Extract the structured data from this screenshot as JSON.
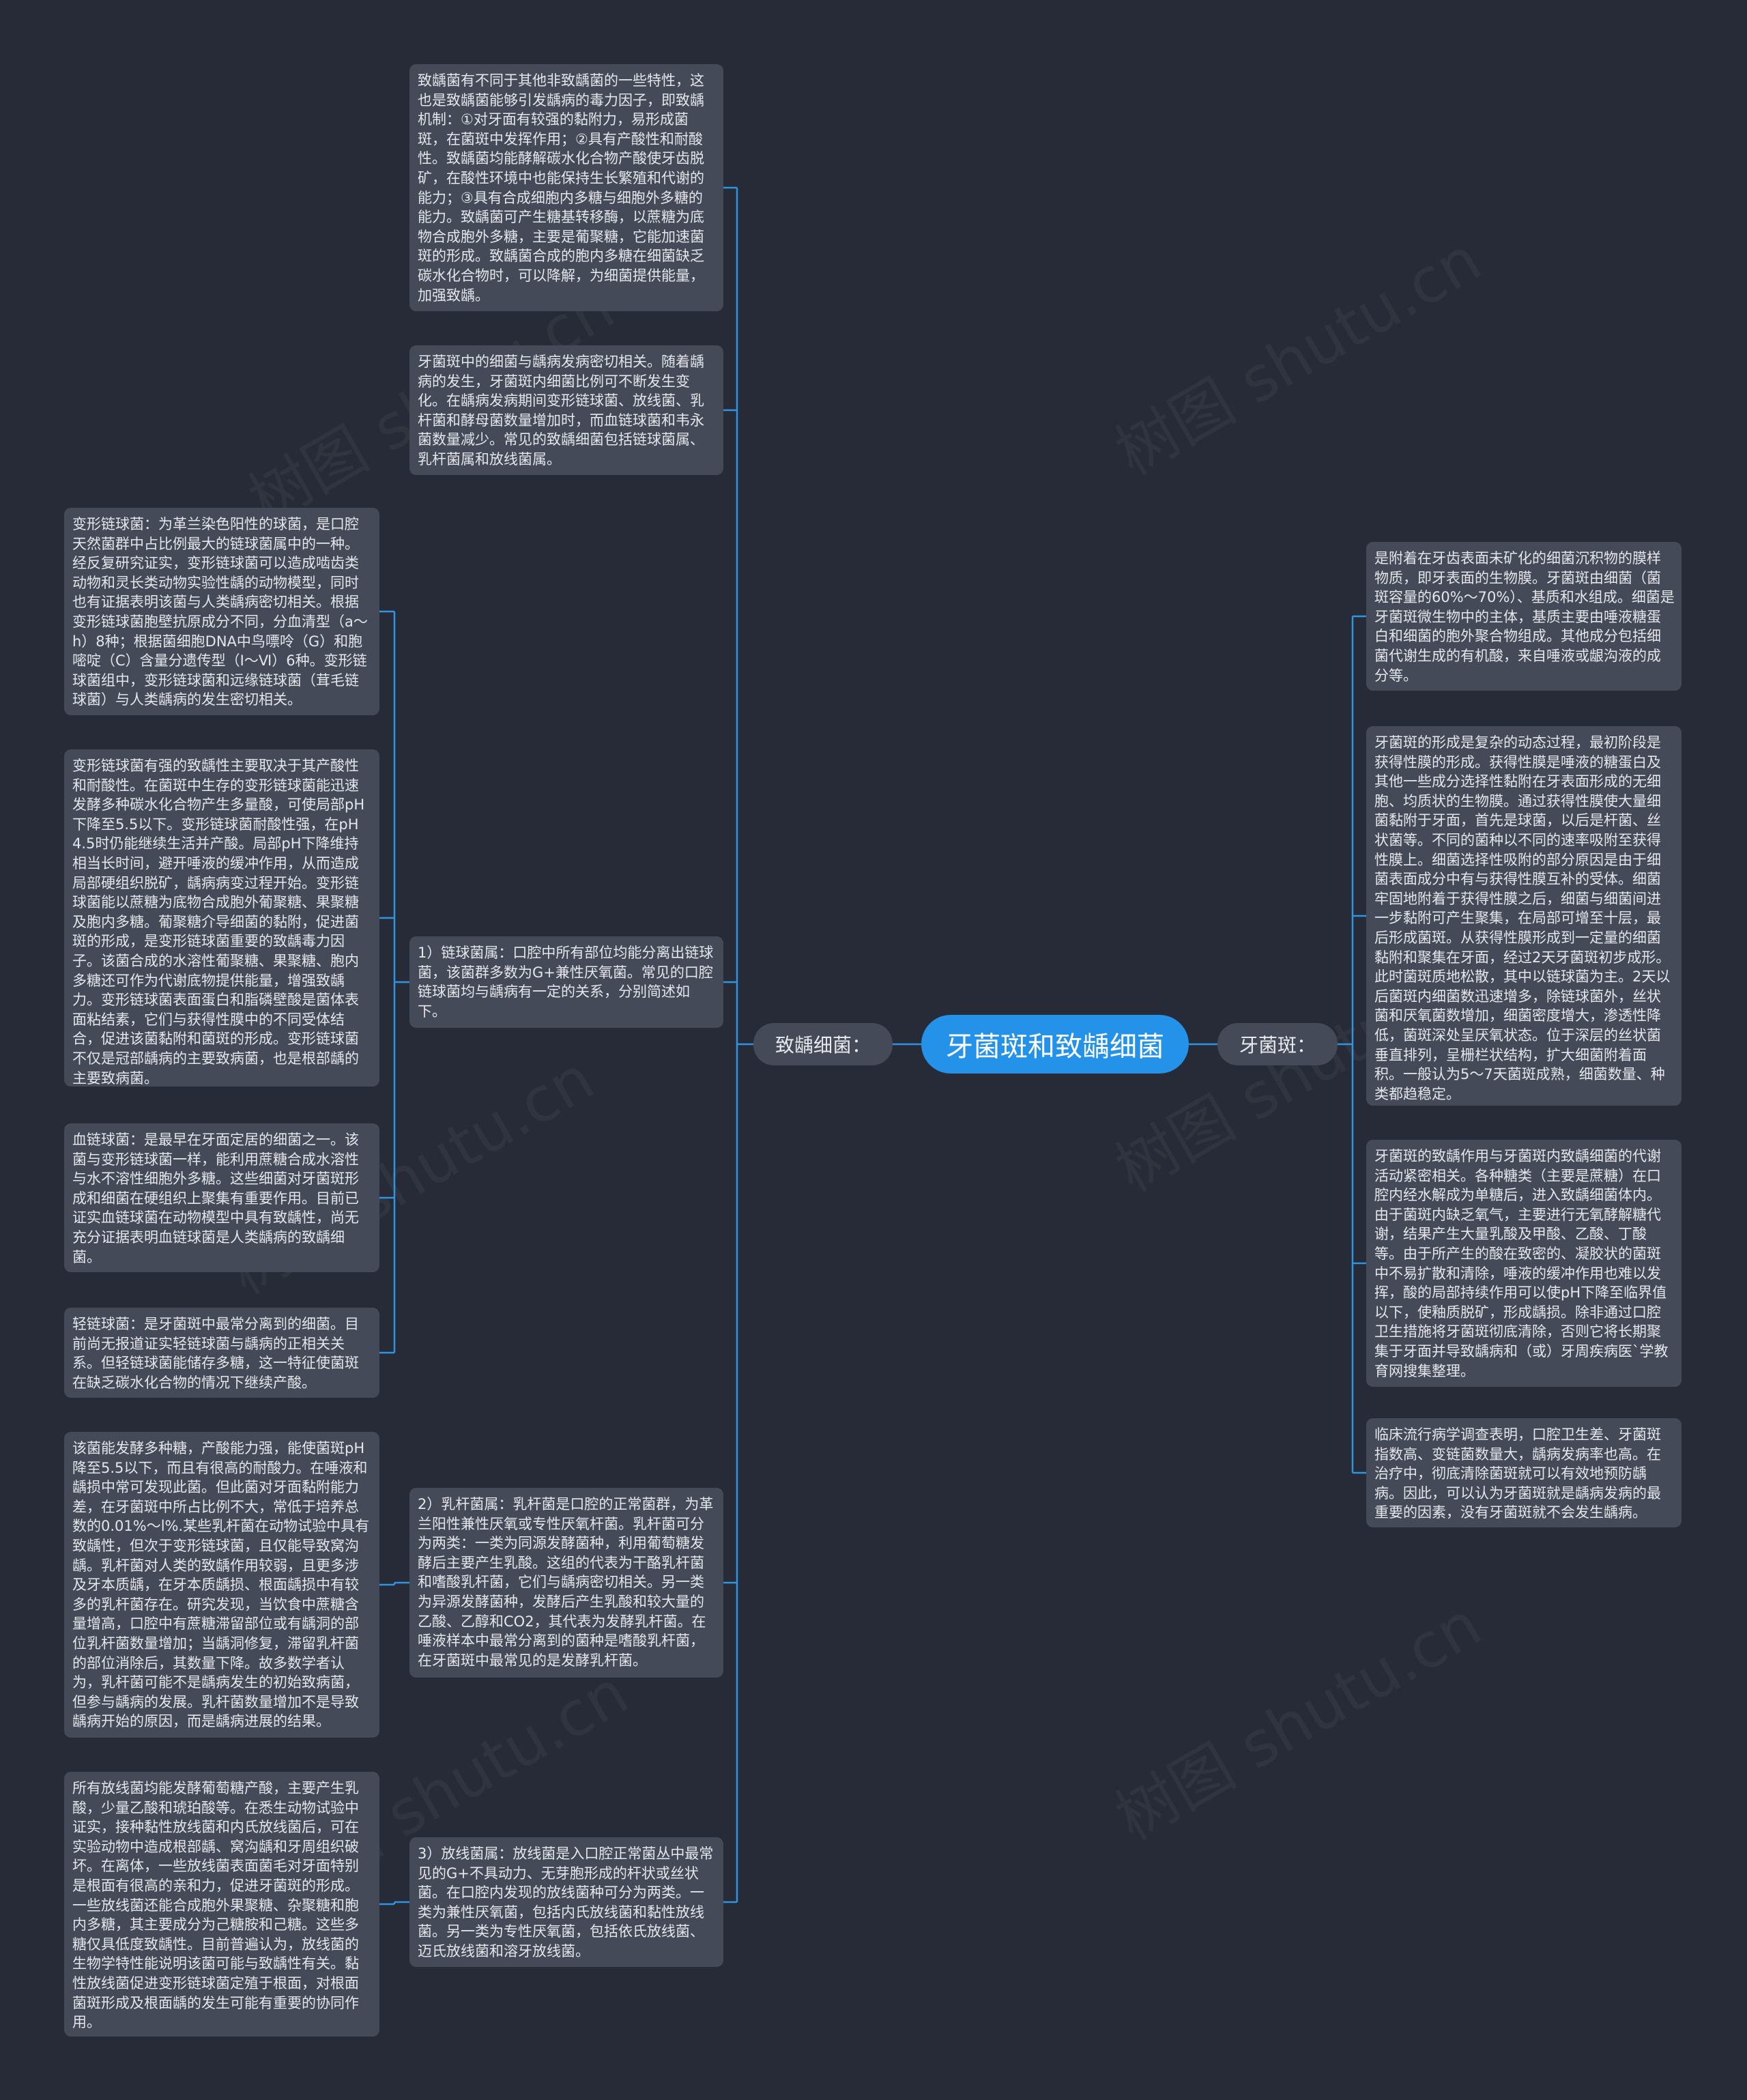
{
  "root": "牙菌斑和致龋细菌",
  "left_branch": {
    "label": "致龋细菌：",
    "intro_1": "致龋菌有不同于其他非致龋菌的一些特性，这也是致龋菌能够引发龋病的毒力因子，即致龋机制：①对牙面有较强的黏附力，易形成菌斑，在菌斑中发挥作用；②具有产酸性和耐酸性。致龋菌均能酵解碳水化合物产酸使牙齿脱矿，在酸性环境中也能保持生长繁殖和代谢的能力；③具有合成细胞内多糖与细胞外多糖的能力。致龋菌可产生糖基转移酶，以蔗糖为底物合成胞外多糖，主要是葡聚糖，它能加速菌斑的形成。致龋菌合成的胞内多糖在细菌缺乏碳水化合物时，可以降解，为细菌提供能量，加强致龋。",
    "intro_2": "牙菌斑中的细菌与龋病发病密切相关。随着龋病的发生，牙菌斑内细菌比例可不断发生变化。在龋病发病期间变形链球菌、放线菌、乳杆菌和酵母菌数量增加时，而血链球菌和韦永菌数量减少。常见的致龋细菌包括链球菌属、乳杆菌属和放线菌属。",
    "strep": {
      "text": "1）链球菌属：口腔中所有部位均能分离出链球菌，该菌群多数为G+兼性厌氧菌。常见的口腔链球菌均与龋病有一定的关系，分别简述如下。",
      "details": [
        "变形链球菌：为革兰染色阳性的球菌，是口腔天然菌群中占比例最大的链球菌属中的一种。经反复研究证实，变形链球菌可以造成啮齿类动物和灵长类动物实验性龋的动物模型，同时也有证据表明该菌与人类龋病密切相关。根据变形链球菌胞壁抗原成分不同，分血清型（a～h）8种；根据菌细胞DNA中鸟嘌呤（G）和胞嘧啶（C）含量分遗传型（Ⅰ～Ⅵ）6种。变形链球菌组中，变形链球菌和远缘链球菌（茸毛链球菌）与人类龋病的发生密切相关。",
        "变形链球菌有强的致龋性主要取决于其产酸性和耐酸性。在菌斑中生存的变形链球菌能迅速发酵多种碳水化合物产生多量酸，可使局部pH下降至5.5以下。变形链球菌耐酸性强，在pH 4.5时仍能继续生活并产酸。局部pH下降维持相当长时间，避开唾液的缓冲作用，从而造成局部硬组织脱矿，龋病病变过程开始。变形链球菌能以蔗糖为底物合成胞外葡聚糖、果聚糖及胞内多糖。葡聚糖介导细菌的黏附，促进菌斑的形成，是变形链球菌重要的致龋毒力因子。该菌合成的水溶性葡聚糖、果聚糖、胞内多糖还可作为代谢底物提供能量，增强致龋力。变形链球菌表面蛋白和脂磷壁酸是菌体表面粘结素，它们与获得性膜中的不同受体结合，促进该菌黏附和菌斑的形成。变形链球菌不仅是冠部龋病的主要致病菌，也是根部龋的主要致病菌。",
        "血链球菌：是最早在牙面定居的细菌之一。该菌与变形链球菌一样，能利用蔗糖合成水溶性与水不溶性细胞外多糖。这些细菌对牙菌斑形成和细菌在硬组织上聚集有重要作用。目前已证实血链球菌在动物模型中具有致龋性，尚无充分证据表明血链球菌是人类龋病的致龋细菌。",
        "轻链球菌：是牙菌斑中最常分离到的细菌。目前尚无报道证实轻链球菌与龋病的正相关关系。但轻链球菌能储存多糖，这一特征使菌斑在缺乏碳水化合物的情况下继续产酸。"
      ]
    },
    "lacto": {
      "text": "2）乳杆菌属：乳杆菌是口腔的正常菌群，为革兰阳性兼性厌氧或专性厌氧杆菌。乳杆菌可分为两类：一类为同源发酵菌种，利用葡萄糖发酵后主要产生乳酸。这组的代表为干酪乳杆菌和嗜酸乳杆菌，它们与龋病密切相关。另一类为异源发酵菌种，发酵后产生乳酸和较大量的乙酸、乙醇和CO2，其代表为发酵乳杆菌。在唾液样本中最常分离到的菌种是嗜酸乳杆菌，在牙菌斑中最常见的是发酵乳杆菌。",
      "details": [
        "该菌能发酵多种糖，产酸能力强，能使菌斑pH降至5.5以下，而且有很高的耐酸力。在唾液和龋损中常可发现此菌。但此菌对牙面黏附能力差，在牙菌斑中所占比例不大，常低于培养总数的0.01%～l%.某些乳杆菌在动物试验中具有致龋性，但次于变形链球菌，且仅能导致窝沟龋。乳杆菌对人类的致龋作用较弱，且更多涉及牙本质龋，在牙本质龋损、根面龋损中有较多的乳杆菌存在。研究发现，当饮食中蔗糖含量增高，口腔中有蔗糖滞留部位或有龋洞的部位乳杆菌数量增加；当龋洞修复，滞留乳杆菌的部位消除后，其数量下降。故多数学者认为，乳杆菌可能不是龋病发生的初始致病菌，但参与龋病的发展。乳杆菌数量增加不是导致龋病开始的原因，而是龋病进展的结果。"
      ]
    },
    "actino": {
      "text": "3）放线菌属：放线菌是入口腔正常菌丛中最常见的G+不具动力、无芽胞形成的杆状或丝状菌。在口腔内发现的放线菌种可分为两类。一类为兼性厌氧菌，包括内氏放线菌和黏性放线菌。另一类为专性厌氧菌，包括依氏放线菌、迈氏放线菌和溶牙放线菌。",
      "details": [
        "所有放线菌均能发酵葡萄糖产酸，主要产生乳酸，少量乙酸和琥珀酸等。在悉生动物试验中证实，接种黏性放线菌和内氏放线菌后，可在实验动物中造成根部龋、窝沟龋和牙周组织破坏。在离体，一些放线菌表面菌毛对牙面特别是根面有很高的亲和力，促进牙菌斑的形成。一些放线菌还能合成胞外果聚糖、杂聚糖和胞内多糖，其主要成分为己糖胺和己糖。这些多糖仅具低度致龋性。目前普遍认为，放线菌的生物学特性能说明该菌可能与致龋性有关。黏性放线菌促进变形链球菌定殖于根面，对根面菌斑形成及根面龋的发生可能有重要的协同作用。"
      ]
    }
  },
  "right_branch": {
    "label": "牙菌斑：",
    "items": [
      "是附着在牙齿表面未矿化的细菌沉积物的膜样物质，即牙表面的生物膜。牙菌斑由细菌（菌斑容量的60%～70%）、基质和水组成。细菌是牙菌斑微生物中的主体，基质主要由唾液糖蛋白和细菌的胞外聚合物组成。其他成分包括细菌代谢生成的有机酸，来自唾液或龈沟液的成分等。",
      "牙菌斑的形成是复杂的动态过程，最初阶段是获得性膜的形成。获得性膜是唾液的糖蛋白及其他一些成分选择性黏附在牙表面形成的无细胞、均质状的生物膜。通过获得性膜使大量细菌黏附于牙面，首先是球菌，以后是杆菌、丝状菌等。不同的菌种以不同的速率吸附至获得性膜上。细菌选择性吸附的部分原因是由于细菌表面成分中有与获得性膜互补的受体。细菌牢固地附着于获得性膜之后，细菌与细菌间进一步黏附可产生聚集，在局部可增至十层，最后形成菌斑。从获得性膜形成到一定量的细菌黏附和聚集在牙面，经过2天牙菌斑初步成形。此时菌斑质地松散，其中以链球菌为主。2天以后菌斑内细菌数迅速增多，除链球菌外，丝状菌和厌氧菌数增加，细菌密度增大，渗透性降低，菌斑深处呈厌氧状态。位于深层的丝状菌垂直排列，呈栅栏状结构，扩大细菌附着面积。一般认为5～7天菌斑成熟，细菌数量、种类都趋稳定。",
      "牙菌斑的致龋作用与牙菌斑内致龋细菌的代谢活动紧密相关。各种糖类（主要是蔗糖）在口腔内经水解成为单糖后，进入致龋细菌体内。由于菌斑内缺乏氧气，主要进行无氧酵解糖代谢，结果产生大量乳酸及甲酸、乙酸、丁酸等。由于所产生的酸在致密的、凝胶状的菌斑中不易扩散和清除，唾液的缓冲作用也难以发挥，酸的局部持续作用可以使pH下降至临界值以下，使釉质脱矿，形成龋损。除非通过口腔卫生措施将牙菌斑彻底清除，否则它将长期聚集于牙面并导致龋病和（或）牙周疾病医`学教育网搜集整理。",
      "临床流行病学调查表明，口腔卫生差、牙菌斑指数高、变链菌数量大，龋病发病率也高。在治疗中，彻底清除菌斑就可以有效地预防龋病。因此，可以认为牙菌斑就是龋病发病的最重要的因素，没有牙菌斑就不会发生龋病。"
    ]
  },
  "colors": {
    "background": "#272b37",
    "node": "#454a58",
    "root": "#2392e8",
    "link": "#2f95e2",
    "text": "#e4e6eb"
  }
}
